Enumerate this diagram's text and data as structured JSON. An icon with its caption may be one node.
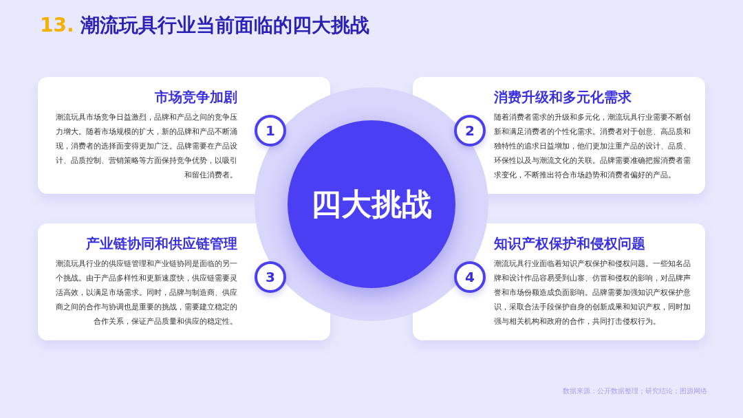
{
  "diagram": {
    "title": "13. 潮流玩具行业当前面临的四大挑战",
    "nodes": [
      {
        "text": [
          "市场竞争加剧",
          "潮流玩具市场竞争日益激烈，品牌和产品之间的竞争压力增大。随着市场规模的扩大，新的品牌和产品不断涌现，消费者的选择面变得更加广泛。品牌需要在产品设计、品质控制、营销策略等方面保持竞争优势，以吸引和留住消费者。"
        ]
      },
      {
        "text": [
          "消费升级和多元化需求",
          "随着消费者需求的升级和多元化，潮流玩具行业需要不断创新和满足消费者的个性化需求。消费者对于创意、高品质和独特性的追求日益增加，他们更加注重产品的设计、品质、环保性以及与潮流文化的关联。品牌需要准确把握消费者需求变化，不断推出符合市场趋势和消费者偏好的产品。"
        ]
      },
      {
        "text": [
          "产业链协同和供应链管理",
          "潮流玩具行业的供应链管理和产业链协同是面临的另一个挑战。由于产品多样性和更新速度快，供应链需要灵活高效，以满足市场需求。同时，品牌与制造商、供应商之间的合作与协调也是重要的挑战，需要建立稳定的合作关系，保证产品质量和供应的稳定性。"
        ]
      },
      {
        "text": [
          "知识产权保护和侵权问题",
          "潮流玩具行业面临着知识产权保护和侵权问题。一些知名品牌和设计作品容易受到山寨、仿冒和侵权的影响，对品牌声誉和市场份额造成负面影响。品牌需要加强知识产权保护意识，采取合法手段保护自身的创新成果和知识产权，同时加强与相关机构和政府的合作，共同打击侵权行为。"
        ]
      },
      {
        "text": [
          "四大挑战"
        ]
      },
      {
        "text": [
          "1"
        ],
        "in": 0
      },
      {
        "text": [
          "2"
        ],
        "in": 1
      },
      {
        "text": [
          "3"
        ],
        "in": 2
      },
      {
        "text": [
          "4"
        ],
        "in": 3
      }
    ],
    "labels": [
      "数据来源：公开数据整理；研究结论；图源网络"
    ]
  }
}
